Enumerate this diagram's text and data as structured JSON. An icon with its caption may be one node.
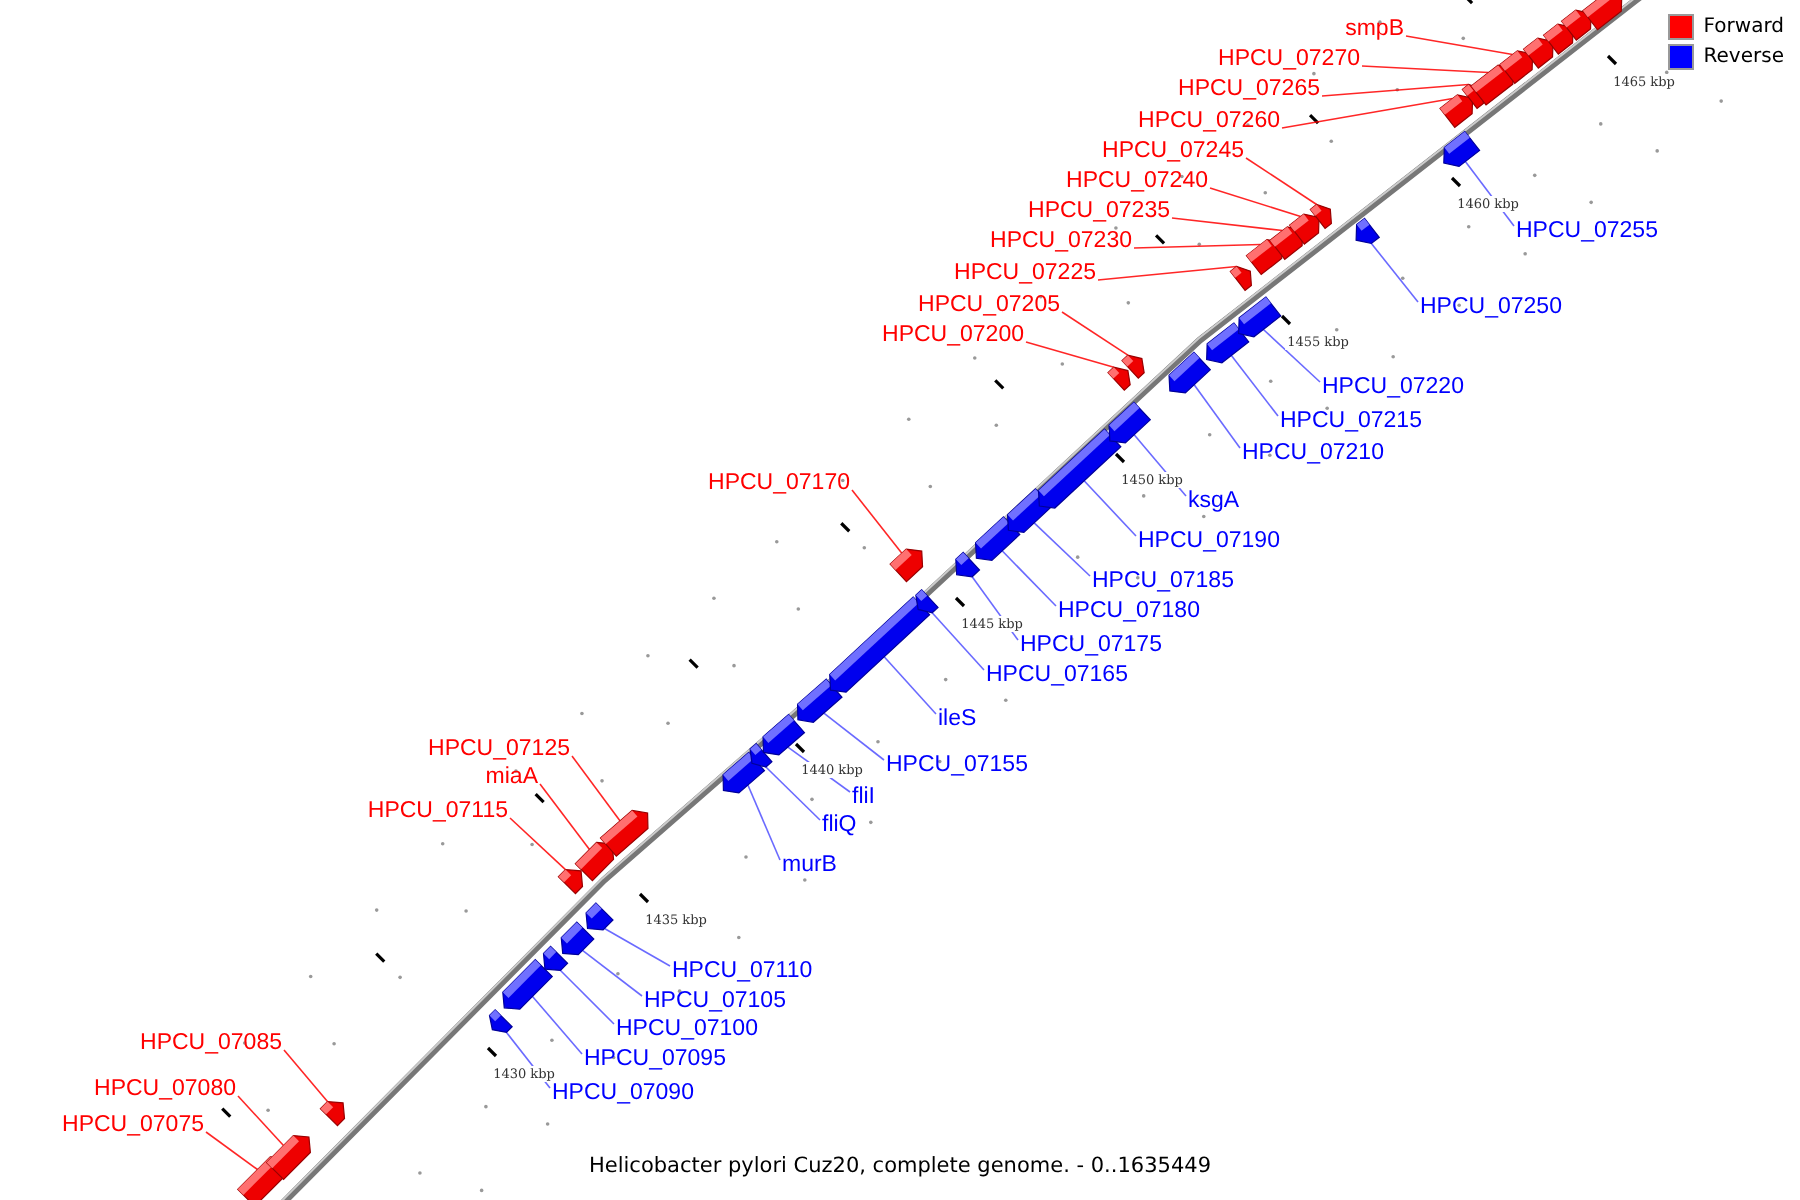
{
  "diagram": {
    "caption": "Helicobacter pylori Cuz20, complete genome. - 0..1635449",
    "nodes": [
      {
        "text": [
          "smpB"
        ]
      },
      {
        "text": [
          "HPCU_07270"
        ]
      },
      {
        "text": [
          "HPCU_07265"
        ]
      },
      {
        "text": [
          "HPCU_07260"
        ]
      },
      {
        "text": [
          "HPCU_07245"
        ]
      },
      {
        "text": [
          "HPCU_07240"
        ]
      },
      {
        "text": [
          "HPCU_07235"
        ]
      },
      {
        "text": [
          "HPCU_07230"
        ]
      },
      {
        "text": [
          "HPCU_07225"
        ]
      },
      {
        "text": [
          "HPCU_07205"
        ]
      },
      {
        "text": [
          "HPCU_07200"
        ]
      },
      {
        "text": [
          "HPCU_07170"
        ]
      },
      {
        "text": [
          "HPCU_07125"
        ]
      },
      {
        "text": [
          "miaA"
        ]
      },
      {
        "text": [
          "HPCU_07115"
        ]
      },
      {
        "text": [
          "HPCU_07085"
        ]
      },
      {
        "text": [
          "HPCU_07080"
        ]
      },
      {
        "text": [
          "HPCU_07075"
        ]
      },
      {
        "text": [
          "HPCU_07255"
        ]
      },
      {
        "text": [
          "HPCU_07250"
        ]
      },
      {
        "text": [
          "HPCU_07220"
        ]
      },
      {
        "text": [
          "HPCU_07215"
        ]
      },
      {
        "text": [
          "HPCU_07210"
        ]
      },
      {
        "text": [
          "ksgA"
        ]
      },
      {
        "text": [
          "HPCU_07190"
        ]
      },
      {
        "text": [
          "HPCU_07185"
        ]
      },
      {
        "text": [
          "HPCU_07180"
        ]
      },
      {
        "text": [
          "HPCU_07175"
        ]
      },
      {
        "text": [
          "HPCU_07165"
        ]
      },
      {
        "text": [
          "ileS"
        ]
      },
      {
        "text": [
          "HPCU_07155"
        ]
      },
      {
        "text": [
          "fliI"
        ]
      },
      {
        "text": [
          "fliQ"
        ]
      },
      {
        "text": [
          "murB"
        ]
      },
      {
        "text": [
          "HPCU_07110"
        ]
      },
      {
        "text": [
          "HPCU_07105"
        ]
      },
      {
        "text": [
          "HPCU_07100"
        ]
      },
      {
        "text": [
          "HPCU_07095"
        ]
      },
      {
        "text": [
          "HPCU_07090"
        ]
      },
      {
        "text": [],
        "shape": "box"
      },
      {
        "text": [],
        "shape": "box"
      },
      {
        "text": [],
        "shape": "box"
      },
      {
        "text": [],
        "shape": "box"
      },
      {
        "text": [],
        "shape": "box"
      },
      {
        "text": [],
        "shape": "box"
      },
      {
        "text": [],
        "shape": "box"
      },
      {
        "text": [],
        "shape": "box"
      },
      {
        "text": [],
        "shape": "box"
      },
      {
        "text": [],
        "shape": "box"
      },
      {
        "text": [],
        "shape": "box"
      },
      {
        "text": [],
        "shape": "box"
      },
      {
        "text": [],
        "shape": "box"
      },
      {
        "text": [],
        "shape": "box"
      },
      {
        "text": [],
        "shape": "box"
      },
      {
        "text": [],
        "shape": "box"
      },
      {
        "text": [],
        "shape": "box"
      },
      {
        "text": [],
        "shape": "box"
      },
      {
        "text": [],
        "shape": "box"
      },
      {
        "text": [],
        "shape": "box"
      },
      {
        "text": [],
        "shape": "box"
      },
      {
        "text": [],
        "shape": "box"
      },
      {
        "text": [],
        "shape": "box"
      },
      {
        "text": [],
        "shape": "box"
      },
      {
        "text": [],
        "shape": "box"
      },
      {
        "text": [],
        "shape": "box"
      },
      {
        "text": [],
        "shape": "box"
      },
      {
        "text": [],
        "shape": "box"
      },
      {
        "text": [],
        "shape": "box"
      },
      {
        "text": [],
        "shape": "box"
      },
      {
        "text": [],
        "shape": "box"
      },
      {
        "text": [],
        "shape": "box"
      },
      {
        "text": [],
        "shape": "box"
      },
      {
        "text": [],
        "shape": "box"
      },
      {
        "text": [],
        "shape": "box"
      },
      {
        "text": [],
        "shape": "box"
      },
      {
        "text": [],
        "shape": "box"
      },
      {
        "text": [],
        "shape": "box"
      },
      {
        "text": [],
        "shape": "box"
      },
      {
        "text": [],
        "shape": "box"
      },
      {
        "text": [],
        "shape": "box"
      },
      {
        "text": [],
        "shape": "box"
      },
      {
        "text": [],
        "shape": "box"
      }
    ],
    "edges": [
      {
        "from": 0,
        "to": 76,
        "arrow": "none",
        "color": "#ff0000"
      },
      {
        "from": 1,
        "to": 75,
        "arrow": "none",
        "color": "#ff0000"
      },
      {
        "from": 2,
        "to": 74,
        "arrow": "none",
        "color": "#ff0000"
      },
      {
        "from": 3,
        "to": 73,
        "arrow": "none",
        "color": "#ff0000"
      },
      {
        "from": 4,
        "to": 71,
        "arrow": "none",
        "color": "#ff0000"
      },
      {
        "from": 5,
        "to": 70,
        "arrow": "none",
        "color": "#ff0000"
      },
      {
        "from": 6,
        "to": 69,
        "arrow": "none",
        "color": "#ff0000"
      },
      {
        "from": 7,
        "to": 68,
        "arrow": "none",
        "color": "#ff0000"
      },
      {
        "from": 8,
        "to": 67,
        "arrow": "none",
        "color": "#ff0000"
      },
      {
        "from": 9,
        "to": 63,
        "arrow": "none",
        "color": "#ff0000"
      },
      {
        "from": 10,
        "to": 62,
        "arrow": "none",
        "color": "#ff0000"
      },
      {
        "from": 11,
        "to": 55,
        "arrow": "none",
        "color": "#ff0000"
      },
      {
        "from": 12,
        "to": 49,
        "arrow": "none",
        "color": "#ff0000"
      },
      {
        "from": 13,
        "to": 48,
        "arrow": "none",
        "color": "#ff0000"
      },
      {
        "from": 14,
        "to": 47,
        "arrow": "none",
        "color": "#ff0000"
      },
      {
        "from": 15,
        "to": 41,
        "arrow": "none",
        "color": "#ff0000"
      },
      {
        "from": 16,
        "to": 40,
        "arrow": "none",
        "color": "#ff0000"
      },
      {
        "from": 17,
        "to": 39,
        "arrow": "none",
        "color": "#ff0000"
      },
      {
        "from": 18,
        "to": 81,
        "arrow": "none"
      },
      {
        "from": 19,
        "to": 72,
        "arrow": "none"
      },
      {
        "from": 20,
        "to": 66,
        "arrow": "none"
      },
      {
        "from": 21,
        "to": 65,
        "arrow": "none"
      },
      {
        "from": 22,
        "to": 64,
        "arrow": "none"
      },
      {
        "from": 23,
        "to": 61,
        "arrow": "none"
      },
      {
        "from": 24,
        "to": 60,
        "arrow": "none"
      },
      {
        "from": 25,
        "to": 59,
        "arrow": "none"
      },
      {
        "from": 26,
        "to": 58,
        "arrow": "none"
      },
      {
        "from": 27,
        "to": 57,
        "arrow": "none"
      },
      {
        "from": 28,
        "to": 56,
        "arrow": "none"
      },
      {
        "from": 29,
        "to": 54,
        "arrow": "none"
      },
      {
        "from": 30,
        "to": 53,
        "arrow": "none"
      },
      {
        "from": 31,
        "to": 52,
        "arrow": "none"
      },
      {
        "from": 32,
        "to": 51,
        "arrow": "none"
      },
      {
        "from": 33,
        "to": 50,
        "arrow": "none"
      },
      {
        "from": 34,
        "to": 46,
        "arrow": "none"
      },
      {
        "from": 35,
        "to": 45,
        "arrow": "none"
      },
      {
        "from": 36,
        "to": 44,
        "arrow": "none"
      },
      {
        "from": 37,
        "to": 43,
        "arrow": "none"
      },
      {
        "from": 38,
        "to": 42,
        "arrow": "none"
      }
    ],
    "labels": [
      "1465 kbp",
      "1460 kbp",
      "1455 kbp",
      "1450 kbp",
      "1445 kbp",
      "1440 kbp",
      "1435 kbp",
      "1430 kbp"
    ],
    "legend": [
      {
        "text": "Forward",
        "color": "#ff0000"
      },
      {
        "text": "Reverse",
        "color": "#0000ff"
      }
    ]
  }
}
